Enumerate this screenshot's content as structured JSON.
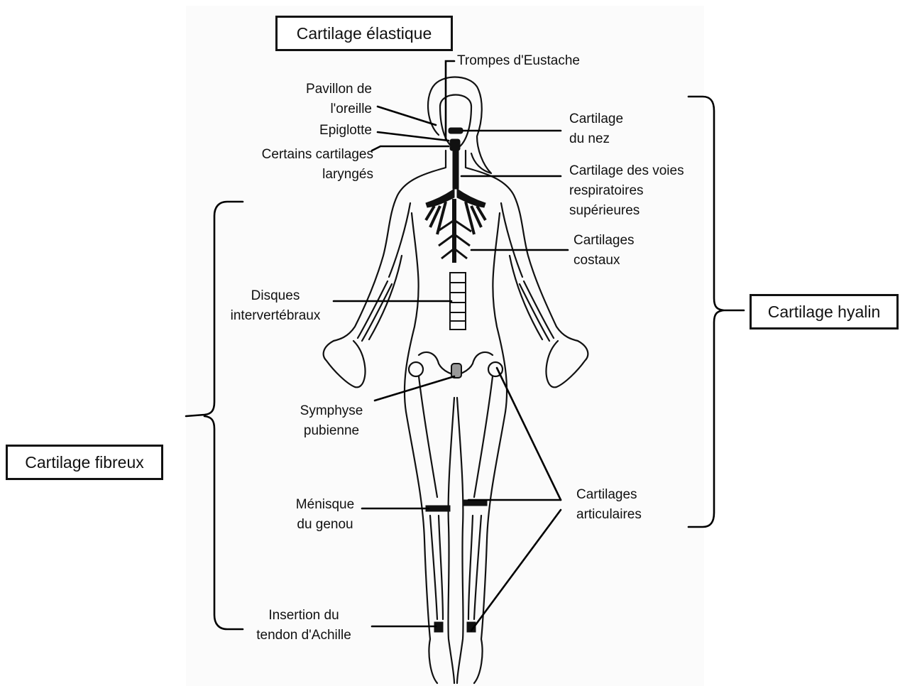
{
  "boxes": {
    "elastic": "Cartilage élastique",
    "hyaline": "Cartilage hyalin",
    "fibrous": "Cartilage fibreux"
  },
  "labels": {
    "eustachian": [
      "Trompes d'Eustache"
    ],
    "auricle": [
      "Pavillon de",
      "l'oreille"
    ],
    "epiglottis": [
      "Epiglotte"
    ],
    "laryngeal": [
      "Certains cartilages",
      "laryngés"
    ],
    "nose": [
      "Cartilage",
      "du nez"
    ],
    "airways": [
      "Cartilage des voies",
      "respiratoires",
      "supérieures"
    ],
    "costal": [
      "Cartilages",
      "costaux"
    ],
    "discs": [
      "Disques",
      "intervertébraux"
    ],
    "symphysis": [
      "Symphyse",
      "pubienne"
    ],
    "articular": [
      "Cartilages",
      "articulaires"
    ],
    "meniscus": [
      "Ménisque",
      "du genou"
    ],
    "achilles": [
      "Insertion du",
      "tendon d'Achille"
    ]
  }
}
